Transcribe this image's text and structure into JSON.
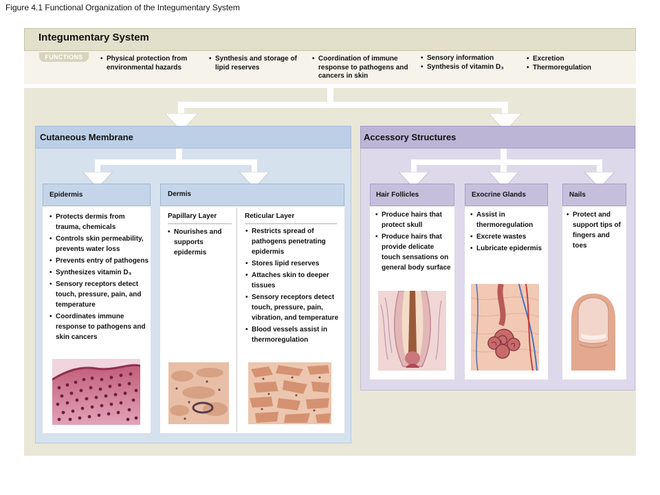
{
  "figure_title": "Figure 4.1 Functional Organization of the Integumentary System",
  "system": {
    "title": "Integumentary System",
    "functions_label": "FUNCTIONS",
    "functions": [
      [
        "Physical protection from environmental hazards"
      ],
      [
        "Synthesis and storage of lipid reserves"
      ],
      [
        "Coordination of immune response to pathogens and cancers in skin"
      ],
      [
        "Sensory information",
        "Synthesis of vitamin D₃"
      ],
      [
        "Excretion",
        "Thermoregulation"
      ]
    ]
  },
  "cutaneous": {
    "title": "Cutaneous Membrane",
    "epidermis": {
      "title": "Epidermis",
      "items": [
        "Protects dermis from trauma, chemicals",
        "Controls skin permeability, prevents water loss",
        "Prevents entry of pathogens",
        "Synthesizes vitamin D₃",
        "Sensory receptors detect touch, pressure, pain, and temperature",
        "Coordinates immune response to pathogens and skin cancers"
      ]
    },
    "dermis": {
      "title": "Dermis",
      "papillary": {
        "title": "Papillary Layer",
        "items": [
          "Nourishes and supports epidermis"
        ]
      },
      "reticular": {
        "title": "Reticular Layer",
        "items": [
          "Restricts spread of pathogens penetrating epidermis",
          "Stores lipid reserves",
          "Attaches skin to deeper tissues",
          "Sensory receptors detect touch, pressure, pain, vibration, and temperature",
          "Blood vessels assist in thermoregulation"
        ]
      }
    }
  },
  "accessory": {
    "title": "Accessory Structures",
    "hair": {
      "title": "Hair Follicles",
      "items": [
        "Produce hairs that protect skull",
        "Produce hairs that provide delicate touch sensations on general body surface"
      ]
    },
    "glands": {
      "title": "Exocrine Glands",
      "items": [
        "Assist in thermoregulation",
        "Excrete wastes",
        "Lubricate epidermis"
      ]
    },
    "nails": {
      "title": "Nails",
      "items": [
        "Protect and support tips of fingers and toes"
      ]
    }
  },
  "colors": {
    "header_tan": "#e2dfcb",
    "cutaneous_blue": "#bccfe6",
    "accessory_purple": "#bcb5d6",
    "connector": "#ffffff"
  }
}
